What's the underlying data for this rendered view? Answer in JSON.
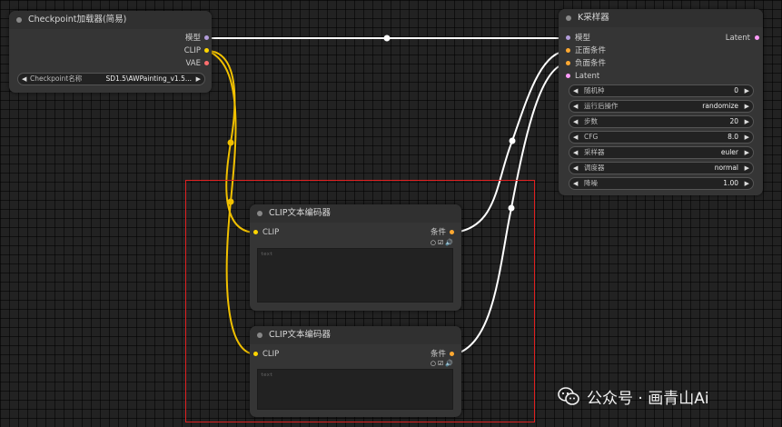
{
  "checkpoint_node": {
    "title": "Checkpoint加载器(简易)",
    "outputs": [
      "模型",
      "CLIP",
      "VAE"
    ],
    "widget_label": "Checkpoint名称",
    "widget_value": "SD1.5\\AWPainting_v1.5..."
  },
  "ksampler": {
    "title": "K采样器",
    "inputs": [
      "模型",
      "正面条件",
      "负面条件",
      "Latent"
    ],
    "output": "Latent",
    "widgets": [
      {
        "label": "随机种",
        "value": "0"
      },
      {
        "label": "运行后操作",
        "value": "randomize"
      },
      {
        "label": "步数",
        "value": "20"
      },
      {
        "label": "CFG",
        "value": "8.0"
      },
      {
        "label": "采样器",
        "value": "euler"
      },
      {
        "label": "调度器",
        "value": "normal"
      },
      {
        "label": "降噪",
        "value": "1.00"
      }
    ]
  },
  "clip_node_1": {
    "title": "CLIP文本编码器",
    "input": "CLIP",
    "output": "条件",
    "text_placeholder": "text"
  },
  "clip_node_2": {
    "title": "CLIP文本编码器",
    "input": "CLIP",
    "output": "条件",
    "text_placeholder": "text"
  },
  "watermark": "公众号 · 画青山Ai",
  "colors": {
    "clip_wire": "#f0c000",
    "model_wire": "#ffffff",
    "conditioning_socket": "#ffa931",
    "clip_socket": "#ffd500",
    "model_socket": "#b39ddb",
    "vae_socket": "#ff6e6e",
    "latent_socket": "#ff9cf9",
    "highlight_box": "#e02020"
  }
}
